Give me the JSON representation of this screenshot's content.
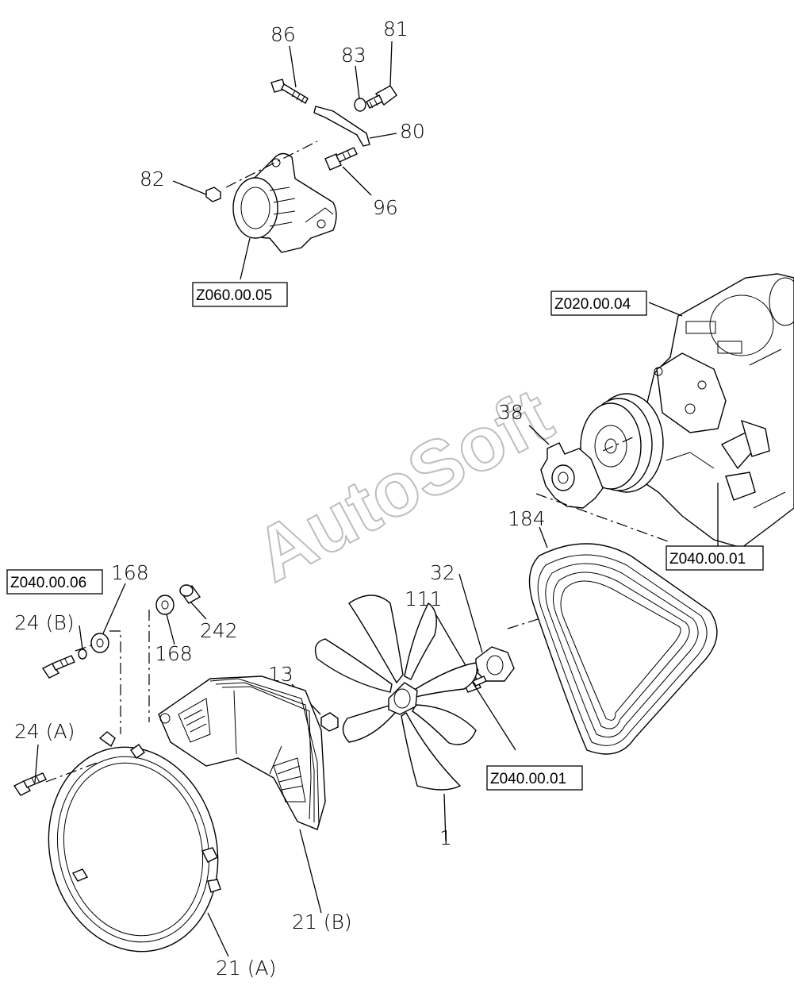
{
  "watermark": "AutoSoft",
  "callouts": {
    "c86": "86",
    "c83": "83",
    "c81": "81",
    "c80": "80",
    "c82": "82",
    "c96": "96",
    "c38": "38",
    "c184": "184",
    "c32": "32",
    "c111": "111",
    "c168a": "168",
    "c168b": "168",
    "c242": "242",
    "c24b": "24 (B)",
    "c24a": "24 (A)",
    "c13": "13",
    "c1": "1",
    "c21b": "21 (B)",
    "c21a": "21 (A)"
  },
  "references": {
    "r_alternator": "Z060.00.05",
    "r_engine": "Z020.00.04",
    "r_pump": "Z040.00.01",
    "r_shroud": "Z040.00.06",
    "r_fan": "Z040.00.01"
  }
}
